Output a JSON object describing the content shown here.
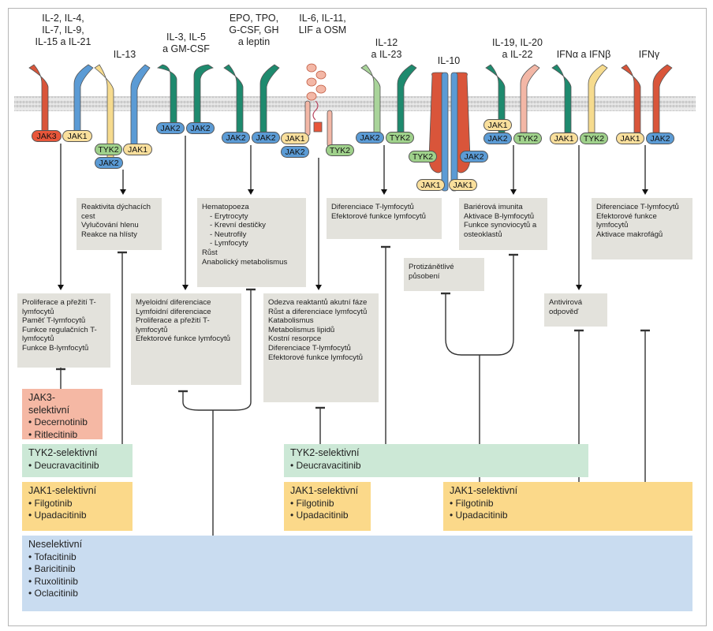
{
  "receptors": {
    "r1": {
      "label": "IL-2, IL-4,\nIL-7, IL-9,\nIL-15 a IL-21",
      "jaks": [
        "JAK3",
        "JAK1"
      ]
    },
    "r2": {
      "label": "IL-13",
      "jaks": [
        "TYK2",
        "JAK1",
        "JAK2"
      ]
    },
    "r3": {
      "label": "IL-3, IL-5\na GM-CSF",
      "jaks": [
        "JAK2",
        "JAK2"
      ]
    },
    "r4": {
      "label": "EPO, TPO,\nG-CSF, GH\na leptin",
      "jaks": [
        "JAK2",
        "JAK2"
      ]
    },
    "r5": {
      "label": "IL-6, IL-11,\nLIF a OSM",
      "jaks": [
        "JAK1",
        "JAK2",
        "TYK2"
      ]
    },
    "r6": {
      "label": "IL-12\na IL-23",
      "jaks": [
        "JAK2",
        "TYK2"
      ]
    },
    "r7": {
      "label": "IL-10",
      "jaks": [
        "TYK2",
        "JAK2",
        "JAK1",
        "JAK1"
      ]
    },
    "r8": {
      "label": "IL-19, IL-20\na IL-22",
      "jaks": [
        "JAK1",
        "JAK2",
        "TYK2"
      ]
    },
    "r9": {
      "label": "IFNα a IFNβ",
      "jaks": [
        "JAK1",
        "TYK2"
      ]
    },
    "r10": {
      "label": "IFNγ",
      "jaks": [
        "JAK1",
        "JAK2"
      ]
    }
  },
  "effects": {
    "il13": [
      "Reaktivita dýchacích cest",
      "Vylučování hlenu",
      "Reakce na hlísty"
    ],
    "epo": [
      "Hematopoeza",
      "- Erytrocyty",
      "- Krevní destičky",
      "- Neutrofily",
      "- Lymfocyty",
      "Růst",
      "Anabolický metabolismus"
    ],
    "il12": [
      "Diferenciace T-lymfocytů",
      "Efektorové funkce lymfocytů"
    ],
    "il19": [
      "Bariérová imunita",
      "Aktivace B-lymfocytů",
      "Funkce synoviocytů a osteoklastů"
    ],
    "ifng": [
      "Diferenciace T-lymfocytů",
      "Efektorové funkce lymfocytů",
      "Aktivace makrofágů"
    ],
    "il10": [
      "Protizánětlivé působení"
    ],
    "il2": [
      "Proliferace a přežití T-lymfocytů",
      "Paměť T-lymfocytů",
      "Funkce regulačních T-lymfocytů",
      "Funkce B-lymfocytů"
    ],
    "il3": [
      "Myeloidní diferenciace",
      "Lymfoidní diferenciace",
      "Proliferace a přežití T-lymfocytů",
      "Efektorové funkce lymfocytů"
    ],
    "ifna": [
      "Antivirová odpověď"
    ],
    "il6": [
      "Odezva reaktantů akutní fáze",
      "Růst a diferenciace lymfocytů",
      "Katabolismus",
      "Metabolismus lipidů",
      "Kostní resorpce",
      "Diferenciace T-lymfocytů",
      "Efektorové funkce lymfocytů"
    ]
  },
  "drugs": {
    "jak3": {
      "title": "JAK3-selektivní",
      "items": [
        "Decernotinib",
        "Ritlecitinib"
      ]
    },
    "tyk2_left": {
      "title": "TYK2-selektivní",
      "items": [
        "Deucravacitinib"
      ]
    },
    "tyk2_right": {
      "title": "TYK2-selektivní",
      "items": [
        "Deucravacitinib"
      ]
    },
    "jak1_left": {
      "title": "JAK1-selektivní",
      "items": [
        "Filgotinib",
        "Upadacitinib"
      ]
    },
    "jak1_mid": {
      "title": "JAK1-selektivní",
      "items": [
        "Filgotinib",
        "Upadacitinib"
      ]
    },
    "jak1_right": {
      "title": "JAK1-selektivní",
      "items": [
        "Filgotinib",
        "Upadacitinib"
      ]
    },
    "nonselective": {
      "title": "Neselektivní",
      "items": [
        "Tofacitinib",
        "Baricitinib",
        "Ruxolitinib",
        "Oclacitinib"
      ]
    }
  },
  "colors": {
    "jak3": "#e8563a",
    "jak1": "#f9df9c",
    "jak2": "#5b9bd5",
    "tyk2": "#9fd18b",
    "jak3_box": "#f5b8a4",
    "tyk2_box": "#cce8d6",
    "jak1_box": "#fbd98a",
    "nonsel_box": "#c9dcf0",
    "effect_box": "#e3e2dc"
  }
}
